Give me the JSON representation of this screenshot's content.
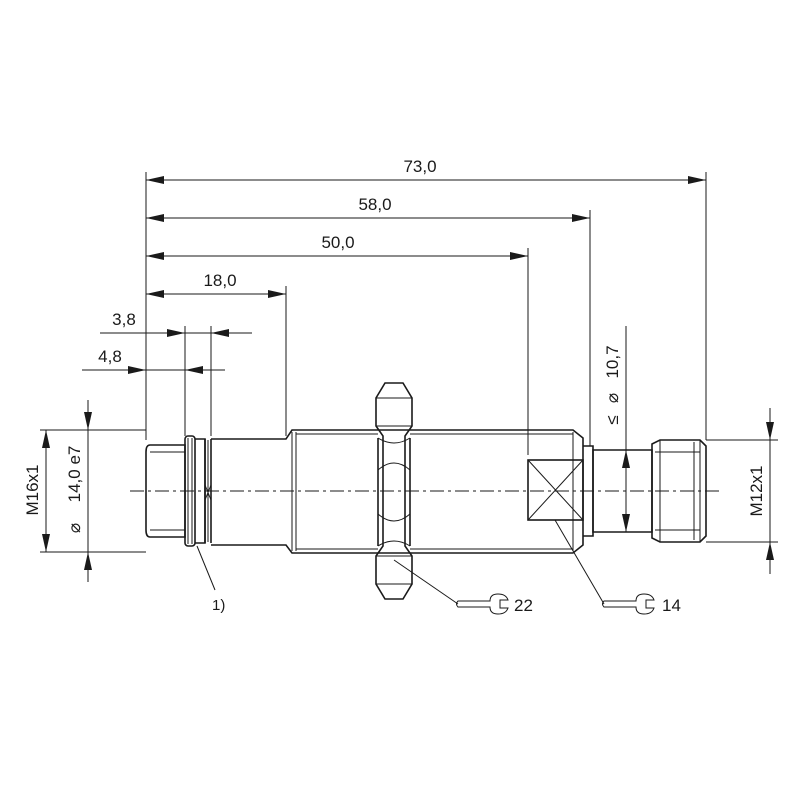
{
  "dimensions": {
    "total_length": "73,0",
    "to_connector_flange": "58,0",
    "to_wrench_flat": "50,0",
    "sensing_zone": "18,0",
    "groove_width": "3,8",
    "groove_offset": "4,8",
    "connector_diameter_prefix": "≤",
    "connector_diameter": "10,7",
    "body_thread": "M16x1",
    "body_diameter": "14,0 e7",
    "connector_thread": "M12x1"
  },
  "annotations": {
    "note_marker": "1)",
    "nut_wrench_size": "22",
    "flat_wrench_size": "14"
  },
  "symbols": {
    "diameter": "⌀"
  }
}
